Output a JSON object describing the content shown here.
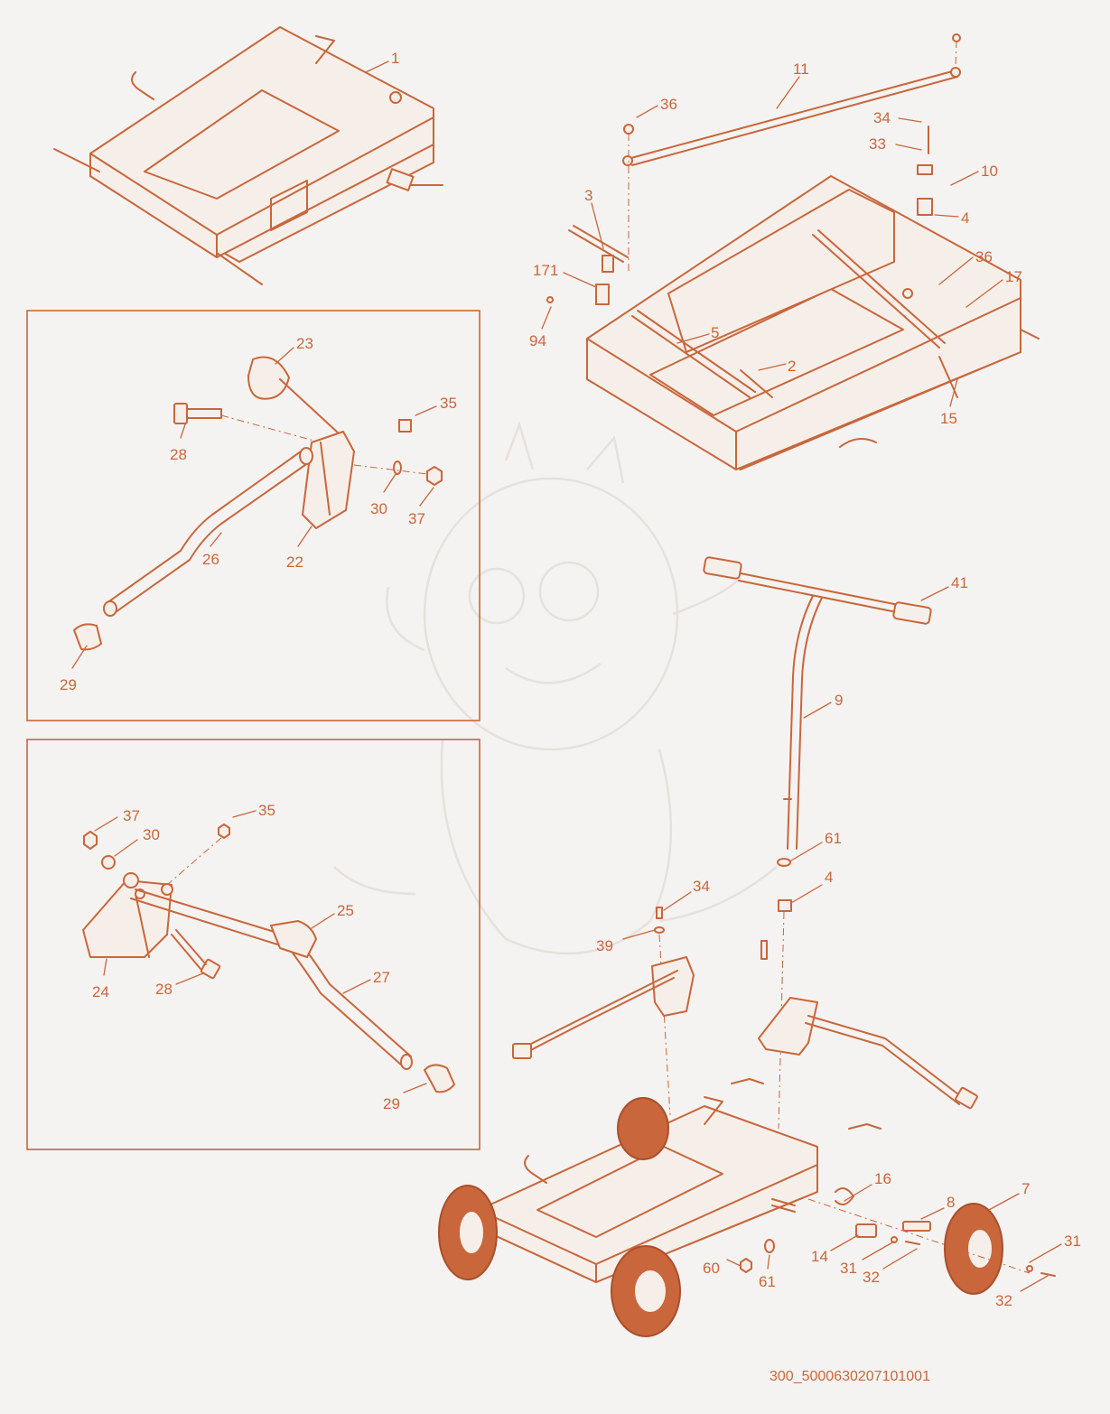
{
  "drawing_code": "300_5000630207101001",
  "colors": {
    "line": "#c9663b",
    "background": "#f4f3f1",
    "tire": "#c9663b"
  },
  "callouts": {
    "c1": "1",
    "c11": "11",
    "c36a": "36",
    "c34a": "34",
    "c33": "33",
    "c10": "10",
    "c3": "3",
    "c4a": "4",
    "c171": "171",
    "c36b": "36",
    "c17": "17",
    "c94": "94",
    "c5": "5",
    "c2": "2",
    "c15": "15",
    "c23": "23",
    "c35a": "35",
    "c28a": "28",
    "c30a": "30",
    "c37a": "37",
    "c26": "26",
    "c22": "22",
    "c29a": "29",
    "c37b": "37",
    "c30b": "30",
    "c35b": "35",
    "c25": "25",
    "c24": "24",
    "c28b": "28",
    "c27": "27",
    "c29b": "29",
    "c41": "41",
    "c9": "9",
    "c61a": "61",
    "c4b": "4",
    "c34b": "34",
    "c39": "39",
    "c16": "16",
    "c7": "7",
    "c8": "8",
    "c31a": "31",
    "c14": "14",
    "c31b": "31",
    "c32a": "32",
    "c60": "60",
    "c61b": "61",
    "c32b": "32"
  }
}
